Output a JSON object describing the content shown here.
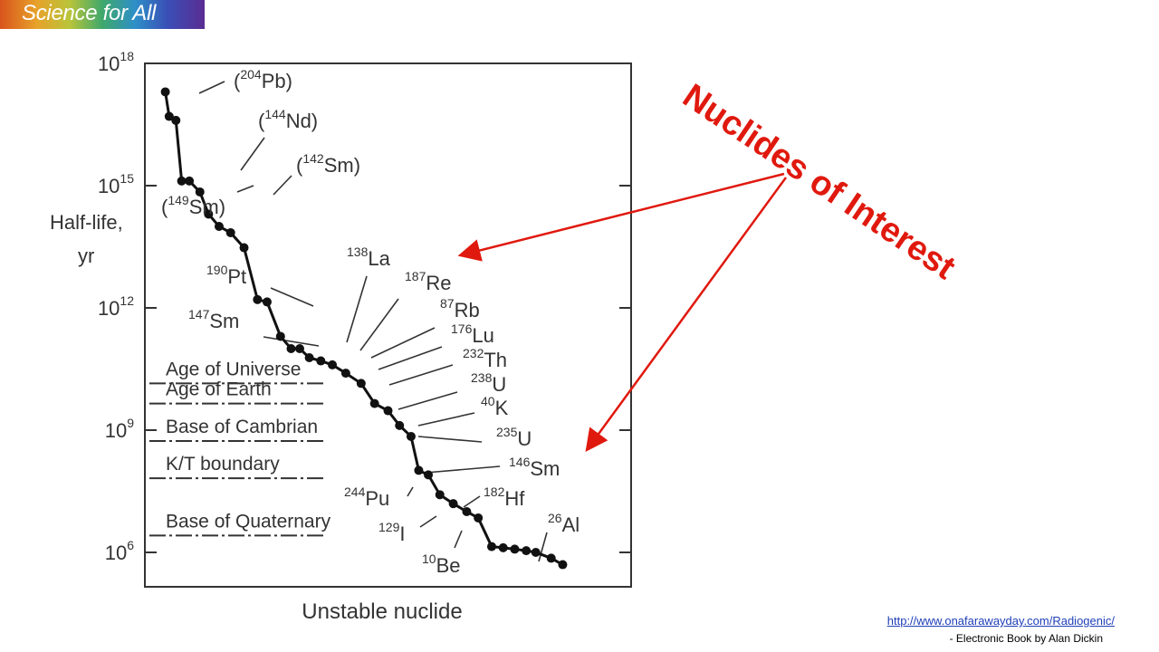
{
  "banner": {
    "text": "Science for All"
  },
  "headline": "Nuclides of Interest",
  "source": {
    "url": "http://www.onafarawayday.com/Radiogenic/",
    "credit": "-  Electronic Book by Alan Dickin"
  },
  "colors": {
    "accent": "#e0190e",
    "link": "#1f3fb8"
  },
  "chart_data": {
    "type": "scatter",
    "xlabel": "Unstable nuclide",
    "ylabel": "Half-life,\nyr",
    "yscale": "log",
    "ylim": [
      100000.0,
      1e+18
    ],
    "y_ticks": [
      {
        "value": 1e+18,
        "base": "10",
        "exp": "18"
      },
      {
        "value": 1000000000000000.0,
        "base": "10",
        "exp": "15"
      },
      {
        "value": 1000000000000.0,
        "base": "10",
        "exp": "12"
      },
      {
        "value": 1000000000.0,
        "base": "10",
        "exp": "9"
      },
      {
        "value": 1000000.0,
        "base": "10",
        "exp": "6"
      }
    ],
    "reference_lines": [
      {
        "label": "Age of Universe",
        "value": 14000000000.0
      },
      {
        "label": "Age of Earth",
        "value": 4500000000.0
      },
      {
        "label": "Base of Cambrian",
        "value": 540000000.0
      },
      {
        "label": "K/T boundary",
        "value": 66000000.0
      },
      {
        "label": "Base of Quaternary",
        "value": 2600000.0
      }
    ],
    "points": [
      2e+17,
      5e+16,
      4e+16,
      1300000000000000.0,
      1300000000000000.0,
      700000000000000.0,
      200000000000000.0,
      100000000000000.0,
      70000000000000.0,
      30000000000000.0,
      1600000000000.0,
      1400000000000.0,
      200000000000.0,
      100000000000.0,
      100000000000.0,
      60000000000.0,
      50000000000.0,
      40000000000.0,
      25000000000.0,
      14000000000.0,
      4500000000.0,
      3000000000.0,
      1300000000.0,
      700000000.0,
      103000000.0,
      80000000.0,
      26000000.0,
      15700000.0,
      10000000.0,
      7000000.0,
      1390000.0,
      1300000.0,
      1200000.0,
      1100000.0,
      1000000.0,
      720000.0,
      500000.0
    ],
    "points_x": [
      1,
      1.4,
      2.1,
      2.7,
      3.5,
      4.6,
      5.5,
      6.6,
      7.8,
      9.2,
      10.6,
      11.6,
      13.0,
      14.1,
      15.0,
      16.0,
      17.2,
      18.4,
      19.8,
      21.4,
      22.8,
      24.2,
      25.4,
      26.6,
      27.4,
      28.4,
      29.6,
      31.0,
      32.4,
      33.6,
      35.0,
      36.2,
      37.4,
      38.6,
      39.6,
      41.2,
      42.4
    ],
    "nuclides": [
      {
        "label": "(Pb)",
        "mass": "204",
        "parens": true
      },
      {
        "label": "(Nd)",
        "mass": "144",
        "parens": true
      },
      {
        "label": "(Sm)",
        "mass": "142",
        "parens": true
      },
      {
        "label": "(Sm)",
        "mass": "149",
        "parens": true
      },
      {
        "label": "Pt",
        "mass": "190"
      },
      {
        "label": "Sm",
        "mass": "147"
      },
      {
        "label": "La",
        "mass": "138"
      },
      {
        "label": "Re",
        "mass": "187"
      },
      {
        "label": "Rb",
        "mass": "87"
      },
      {
        "label": "Lu",
        "mass": "176"
      },
      {
        "label": "Th",
        "mass": "232"
      },
      {
        "label": "U",
        "mass": "238"
      },
      {
        "label": "K",
        "mass": "40"
      },
      {
        "label": "U",
        "mass": "235"
      },
      {
        "label": "Sm",
        "mass": "146"
      },
      {
        "label": "Pu",
        "mass": "244"
      },
      {
        "label": "Hf",
        "mass": "182"
      },
      {
        "label": "I",
        "mass": "129"
      },
      {
        "label": "Be",
        "mass": "10"
      },
      {
        "label": "Al",
        "mass": "26"
      }
    ],
    "highlighted": [
      "Re",
      "Sm"
    ]
  }
}
